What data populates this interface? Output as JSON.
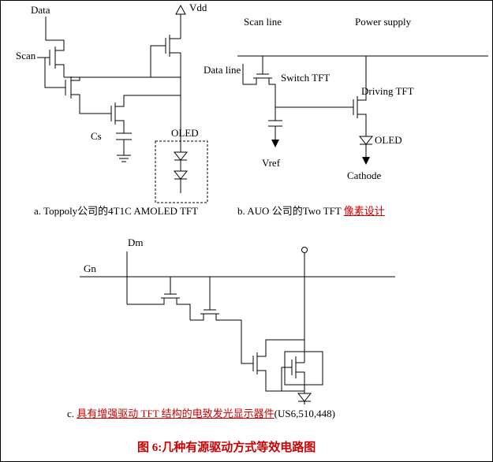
{
  "figure_title": "图 6:几种有源驱动方式等效电路图",
  "colors": {
    "line": "#000000",
    "highlight": "#cc0000"
  },
  "circuit_a": {
    "data_label": "Data",
    "scan_label": "Scan",
    "vdd_label": "Vdd",
    "cs_label": "Cs",
    "oled_label": "OLED",
    "caption": "a. Toppoly公司的4T1C AMOLED TFT"
  },
  "circuit_b": {
    "scan_line_label": "Scan line",
    "power_supply_label": "Power supply",
    "data_line_label": "Data line",
    "switch_tft_label": "Switch TFT",
    "driving_tft_label": "Driving TFT",
    "vref_label": "Vref",
    "oled_label": "OLED",
    "cathode_label": "Cathode",
    "caption_prefix": "b. AUO 公司的Two TFT ",
    "caption_link": "像素设计"
  },
  "circuit_c": {
    "dm_label": "Dm",
    "gn_label": "Gn",
    "caption_prefix": "c. ",
    "caption_link": "具有增强驱动 TFT 结构的电致发光显示器件",
    "caption_suffix": "(US6,510,448)"
  }
}
